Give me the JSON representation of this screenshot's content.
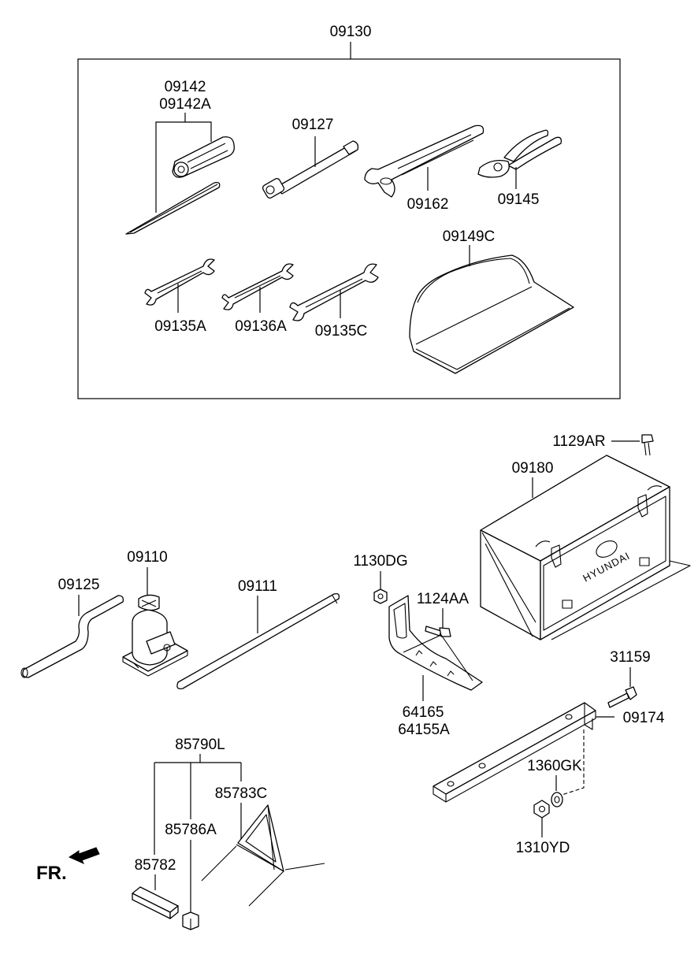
{
  "labels": {
    "kit": "09130",
    "screwdriver": "09142",
    "screwdriver_alt": "09142A",
    "extension_bar": "09127",
    "adjustable_wrench": "09162",
    "pliers": "09145",
    "tool_bag": "09149C",
    "spanner_a": "09135A",
    "spanner_b": "09136A",
    "spanner_c": "09135C",
    "bolt_ar": "1129AR",
    "tool_box": "09180",
    "jack": "09110",
    "jack_handle": "09125",
    "jack_rod": "09111",
    "nut_dg": "1130DG",
    "bolt_aa": "1124AA",
    "bracket": "64165",
    "bracket_alt": "64155A",
    "bolt_31159": "31159",
    "jack_bracket": "09174",
    "washer": "1360GK",
    "nut_yd": "1310YD",
    "triangle_kit": "85790L",
    "triangle": "85783C",
    "triangle_part": "85786A",
    "triangle_case": "85782",
    "front": "FR."
  },
  "emblem": "HYUNDAI"
}
